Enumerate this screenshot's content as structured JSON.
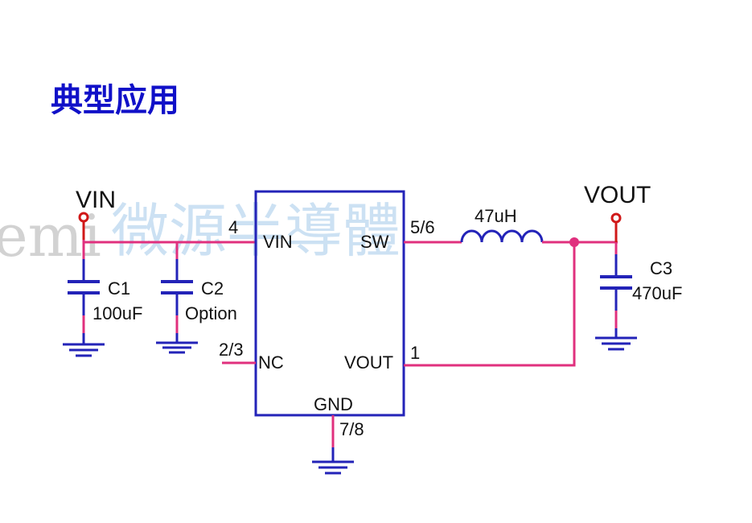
{
  "title": "典型应用",
  "watermark": {
    "left": "emi",
    "main": "微源半導體"
  },
  "ic": {
    "pins": {
      "vin": {
        "name": "VIN",
        "number": "4"
      },
      "sw": {
        "name": "SW",
        "number": "5/6"
      },
      "nc": {
        "name": "NC",
        "number": "2/3"
      },
      "vout": {
        "name": "VOUT",
        "number": "1"
      },
      "gnd": {
        "name": "GND",
        "number": "7/8"
      }
    }
  },
  "terminals": {
    "vin": "VIN",
    "vout": "VOUT"
  },
  "components": {
    "c1": {
      "ref": "C1",
      "value": "100uF"
    },
    "c2": {
      "ref": "C2",
      "value": "Option"
    },
    "c3": {
      "ref": "C3",
      "value": "470uF"
    },
    "l1": {
      "value": "47uH"
    }
  },
  "colors": {
    "title": "#1010c8",
    "wire": "#e0307e",
    "component": "#2323b8",
    "terminal": "#d01818"
  }
}
